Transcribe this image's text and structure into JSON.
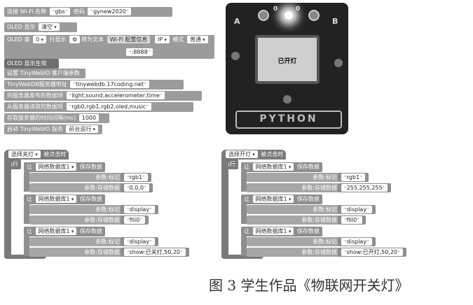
{
  "top": {
    "wifi": {
      "label": "连接 Wi-Fi 名称",
      "ssid": "gbs",
      "pwd_label": "密码",
      "pwd": "gynew2020"
    },
    "oled_show": {
      "label": "OLED 显示",
      "value": "清空"
    },
    "oled_line": {
      "label": "OLED 第",
      "line": "0",
      "row_label": "行显示",
      "convert_label": "转为文本",
      "wifi_cfg_label": "Wi-Fi 配置信息",
      "ip": "IP",
      "mode_label": "模式",
      "mode": "普通",
      "port": ":8888"
    },
    "oled_effect": "OLED 显示生效",
    "tiny_params": "设置 TinyWebIO 客户端参数",
    "db_addr_label": "TinyWebDB服务器地址",
    "db_addr": "tinywebdb.17coding.net",
    "publish_label": "向服务器发布的数据项",
    "publish": "light,sound,accelerometer,time",
    "read_label": "从服务器读取的数据项",
    "read": "rgb0,rgb1,rgb2,oled,music",
    "interval_label": "存取服务器的时间间隔(ms)",
    "interval": "1000",
    "start_label": "启动 TinyWebIO 服务",
    "start_mode": "前台运行"
  },
  "device": {
    "a": "A",
    "b": "B",
    "led_left": "0",
    "led_right": "0",
    "screen_text": "已开灯",
    "logo": "PYTHON"
  },
  "events": [
    {
      "button": "选择关灯",
      "when": "被点击时",
      "exec": "执行",
      "steps": [
        {
          "let": "让",
          "obj": "网络数据库1",
          "act": "保存数据",
          "tag_label": "参数:标记",
          "tag": "rgb1",
          "data_label": "参数:存储数据",
          "data": "0,0,0"
        },
        {
          "let": "让",
          "obj": "网络数据库1",
          "act": "保存数据",
          "tag_label": "参数:标记",
          "tag": "display",
          "data_label": "参数:存储数据",
          "data": "fill0"
        },
        {
          "let": "让",
          "obj": "网络数据库1",
          "act": "保存数据",
          "tag_label": "参数:标记",
          "tag": "display",
          "data_label": "参数:存储数据",
          "data": "show:已关灯,50,20"
        }
      ]
    },
    {
      "button": "选择开灯",
      "when": "被点击时",
      "exec": "执行",
      "steps": [
        {
          "let": "让",
          "obj": "网络数据库1",
          "act": "保存数据",
          "tag_label": "参数:标记",
          "tag": "rgb1",
          "data_label": "参数:存储数据",
          "data": "255,255,255"
        },
        {
          "let": "让",
          "obj": "网络数据库1",
          "act": "保存数据",
          "tag_label": "参数:标记",
          "tag": "display",
          "data_label": "参数:存储数据",
          "data": "fill0"
        },
        {
          "let": "让",
          "obj": "网络数据库1",
          "act": "保存数据",
          "tag_label": "参数:标记",
          "tag": "display",
          "data_label": "参数:存储数据",
          "data": "show:已开灯,50,20"
        }
      ]
    }
  ],
  "caption": "图 3  学生作品《物联网开关灯》"
}
